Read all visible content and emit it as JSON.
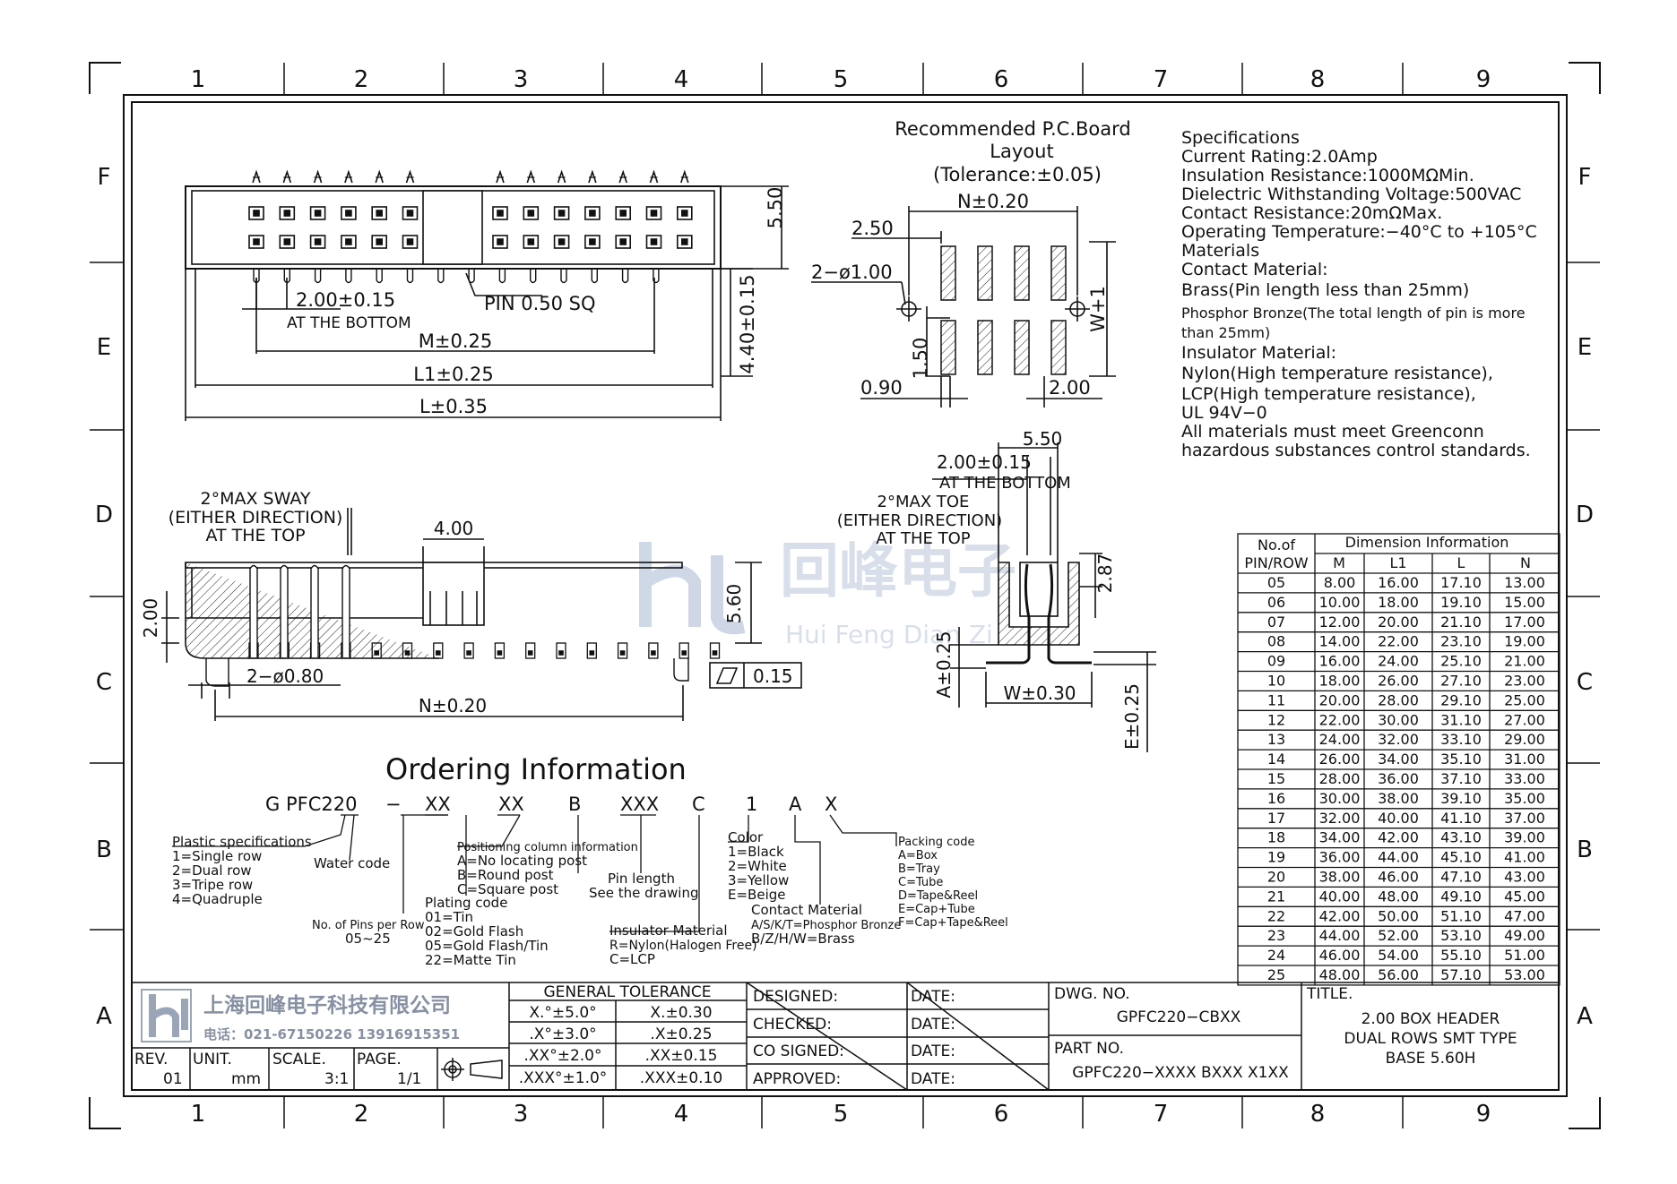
{
  "grid": {
    "columns": [
      "1",
      "2",
      "3",
      "4",
      "5",
      "6",
      "7",
      "8",
      "9"
    ],
    "rows": [
      "F",
      "E",
      "D",
      "C",
      "B",
      "A"
    ]
  },
  "pcb_layout": {
    "title_line1": "Recommended P.C.Board",
    "title_line2": "Layout",
    "tolerance": "(Tolerance:±0.05)",
    "dim_n": "N±0.20",
    "dim_250": "2.50",
    "dim_hole": "2−ø1.00",
    "dim_150": "1.50",
    "dim_090": "0.90",
    "dim_200": "2.00",
    "dim_w": "W+1"
  },
  "top_view": {
    "dim_550": "5.50",
    "dim_pitch": "2.00±0.15",
    "at_bottom": "AT THE BOTTOM",
    "pin_label": "PIN 0.50 SQ",
    "dim_m": "M±0.25",
    "dim_l1": "L1±0.25",
    "dim_l": "L±0.35",
    "dim_440": "4.40±0.15"
  },
  "front_view": {
    "sway_line1": "2°MAX SWAY",
    "sway_line2": "(EITHER DIRECTION)",
    "sway_line3": "AT THE TOP",
    "dim_400": "4.00",
    "dim_560": "5.60",
    "dim_200": "2.00",
    "dim_post": "2−ø0.80",
    "dim_n": "N±0.20",
    "flatness": "0.15"
  },
  "side_view": {
    "dim_550": "5.50",
    "dim_pitch": "2.00±0.15",
    "at_bottom": "AT THE BOTTOM",
    "toe_line1": "2°MAX TOE",
    "toe_line2": "(EITHER DIRECTION)",
    "toe_line3": "AT THE TOP",
    "dim_287": "2.87",
    "dim_a": "A±0.25",
    "dim_w": "W±0.30",
    "dim_e": "E±0.25"
  },
  "specifications": {
    "lines": [
      "Specifications",
      "Current Rating:2.0Amp",
      "Insulation Resistance:1000MΩMin.",
      "Dielectric Withstanding Voltage:500VAC",
      "Contact Resistance:20mΩMax.",
      "Operating Temperature:−40°C to +105°C",
      "Materials",
      "Contact Material:",
      "Brass(Pin length less than 25mm)",
      "Phosphor Bronze(The total length of pin is more",
      "than 25mm)",
      "Insulator Material:",
      "Nylon(High temperature resistance),",
      "LCP(High temperature resistance),",
      "UL 94V−0",
      "All materials must meet Greenconn",
      "hazardous substances control standards."
    ]
  },
  "dimension_table": {
    "header_col1_line1": "No.of",
    "header_col1_line2": "PIN/ROW",
    "header_group": "Dimension Information",
    "columns": [
      "M",
      "L1",
      "L",
      "N"
    ],
    "rows": [
      [
        "05",
        "8.00",
        "16.00",
        "17.10",
        "13.00"
      ],
      [
        "06",
        "10.00",
        "18.00",
        "19.10",
        "15.00"
      ],
      [
        "07",
        "12.00",
        "20.00",
        "21.10",
        "17.00"
      ],
      [
        "08",
        "14.00",
        "22.00",
        "23.10",
        "19.00"
      ],
      [
        "09",
        "16.00",
        "24.00",
        "25.10",
        "21.00"
      ],
      [
        "10",
        "18.00",
        "26.00",
        "27.10",
        "23.00"
      ],
      [
        "11",
        "20.00",
        "28.00",
        "29.10",
        "25.00"
      ],
      [
        "12",
        "22.00",
        "30.00",
        "31.10",
        "27.00"
      ],
      [
        "13",
        "24.00",
        "32.00",
        "33.10",
        "29.00"
      ],
      [
        "14",
        "26.00",
        "34.00",
        "35.10",
        "31.00"
      ],
      [
        "15",
        "28.00",
        "36.00",
        "37.10",
        "33.00"
      ],
      [
        "16",
        "30.00",
        "38.00",
        "39.10",
        "35.00"
      ],
      [
        "17",
        "32.00",
        "40.00",
        "41.10",
        "37.00"
      ],
      [
        "18",
        "34.00",
        "42.00",
        "43.10",
        "39.00"
      ],
      [
        "19",
        "36.00",
        "44.00",
        "45.10",
        "41.00"
      ],
      [
        "20",
        "38.00",
        "46.00",
        "47.10",
        "43.00"
      ],
      [
        "21",
        "40.00",
        "48.00",
        "49.10",
        "45.00"
      ],
      [
        "22",
        "42.00",
        "50.00",
        "51.10",
        "47.00"
      ],
      [
        "23",
        "44.00",
        "52.00",
        "53.10",
        "49.00"
      ],
      [
        "24",
        "46.00",
        "54.00",
        "55.10",
        "51.00"
      ],
      [
        "25",
        "48.00",
        "56.00",
        "57.10",
        "53.00"
      ]
    ]
  },
  "ordering": {
    "title": "Ordering Information",
    "code_parts": [
      "G PFC220",
      "−",
      "XX",
      "XX",
      "B",
      "XXX",
      "C",
      "1",
      "A",
      "X"
    ],
    "plastic_spec": [
      "Plastic specifications",
      "1=Single row",
      "2=Dual row",
      "3=Tripe row",
      "4=Quadruple"
    ],
    "water_code": "Water code",
    "pins_per_row": [
      "No. of Pins per Row",
      "05~25"
    ],
    "plating_code": [
      "Plating code",
      "01=Tin",
      "02=Gold Flash",
      "05=Gold Flash/Tin",
      "22=Matte Tin"
    ],
    "positioning": [
      "Positioning column information",
      "A=No locating post",
      "B=Round post",
      "C=Square post"
    ],
    "pin_length": [
      "Pin length",
      "See the drawing"
    ],
    "insulator": [
      "Insulator Material",
      "R=Nylon(Halogen Free)",
      "C=LCP"
    ],
    "color": [
      "Color",
      "1=Black",
      "2=White",
      "3=Yellow",
      "E=Beige"
    ],
    "contact": [
      "Contact Material",
      "A/S/K/T=Phosphor Bronze",
      "B/Z/H/W=Brass"
    ],
    "packing": [
      "Packing code",
      "A=Box",
      "B=Tray",
      "C=Tube",
      "D=Tape&Reel",
      "E=Cap+Tube",
      "F=Cap+Tape&Reel"
    ]
  },
  "watermark": {
    "cn": "回峰电子",
    "en": "Hui Feng Dian Zi"
  },
  "title_block": {
    "company": "上海回峰电子科技有限公司",
    "phone": "电话：021-67150226  13916915351",
    "rev_label": "REV.",
    "rev_value": "01",
    "unit_label": "UNIT.",
    "unit_value": "mm",
    "scale_label": "SCALE.",
    "scale_value": "3:1",
    "page_label": "PAGE.",
    "page_value": "1/1",
    "general_tolerance": "GENERAL TOLERANCE",
    "tol_angle": [
      "X.°±5.0°",
      ".X°±3.0°",
      ".XX°±2.0°",
      ".XXX°±1.0°"
    ],
    "tol_linear": [
      "X.±0.30",
      ".X±0.25",
      ".XX±0.15",
      ".XXX±0.10"
    ],
    "designed": "DESIGNED:",
    "checked": "CHECKED:",
    "co_signed": "CO SIGNED:",
    "approved": "APPROVED:",
    "date": "DATE:",
    "dwg_no_label": "DWG. NO.",
    "dwg_no": "GPFC220−CBXX",
    "part_no_label": "PART NO.",
    "part_no": "GPFC220−XXXX BXXX X1XX",
    "title_label": "TITLE.",
    "title_lines": [
      "2.00 BOX HEADER",
      "DUAL ROWS SMT TYPE",
      "BASE 5.60H"
    ]
  }
}
